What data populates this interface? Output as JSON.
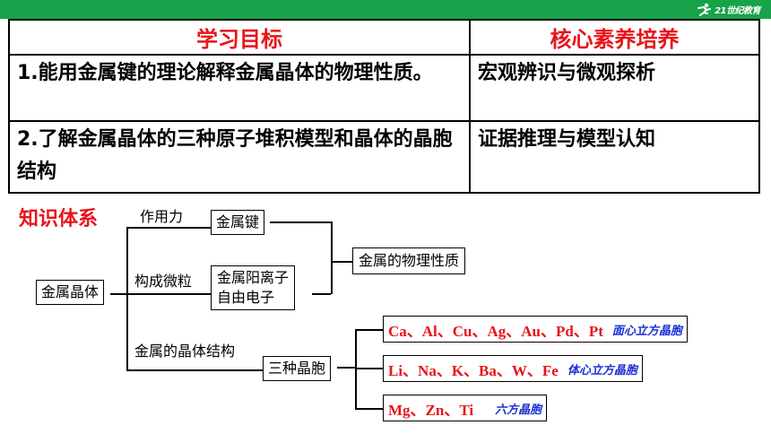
{
  "logo": {
    "text": "21世纪教育"
  },
  "goals_table": {
    "headers": [
      "学习目标",
      "核心素养培养"
    ],
    "rows": [
      {
        "goal": "1.能用金属键的理论解释金属晶体的物理性质。",
        "literacy": "宏观辨识与微观探析"
      },
      {
        "goal": "2.了解金属晶体的三种原子堆积模型和晶体的晶胞结构",
        "literacy": "证据推理与模型认知"
      }
    ]
  },
  "knowledge": {
    "heading": "知识体系",
    "root": "金属晶体",
    "branch_labels": [
      "作用力",
      "构成微粒",
      "金属的晶体结构"
    ],
    "bond": "金属键",
    "particles": [
      "金属阳离子",
      "自由电子"
    ],
    "property": "金属的物理性质",
    "three_cells": "三种晶胞",
    "structures": [
      {
        "elements": "Ca、Al、Cu、Ag、Au、Pd、Pt",
        "type": "面心立方晶胞"
      },
      {
        "elements": "Li、Na、K、Ba、W、Fe",
        "type": "体心立方晶胞"
      },
      {
        "elements": "Mg、Zn、Ti",
        "type": "六方晶胞"
      }
    ]
  },
  "colors": {
    "topbar": "#17a34a",
    "heading_red": "#e8141a",
    "type_blue": "#1a2fd6"
  }
}
